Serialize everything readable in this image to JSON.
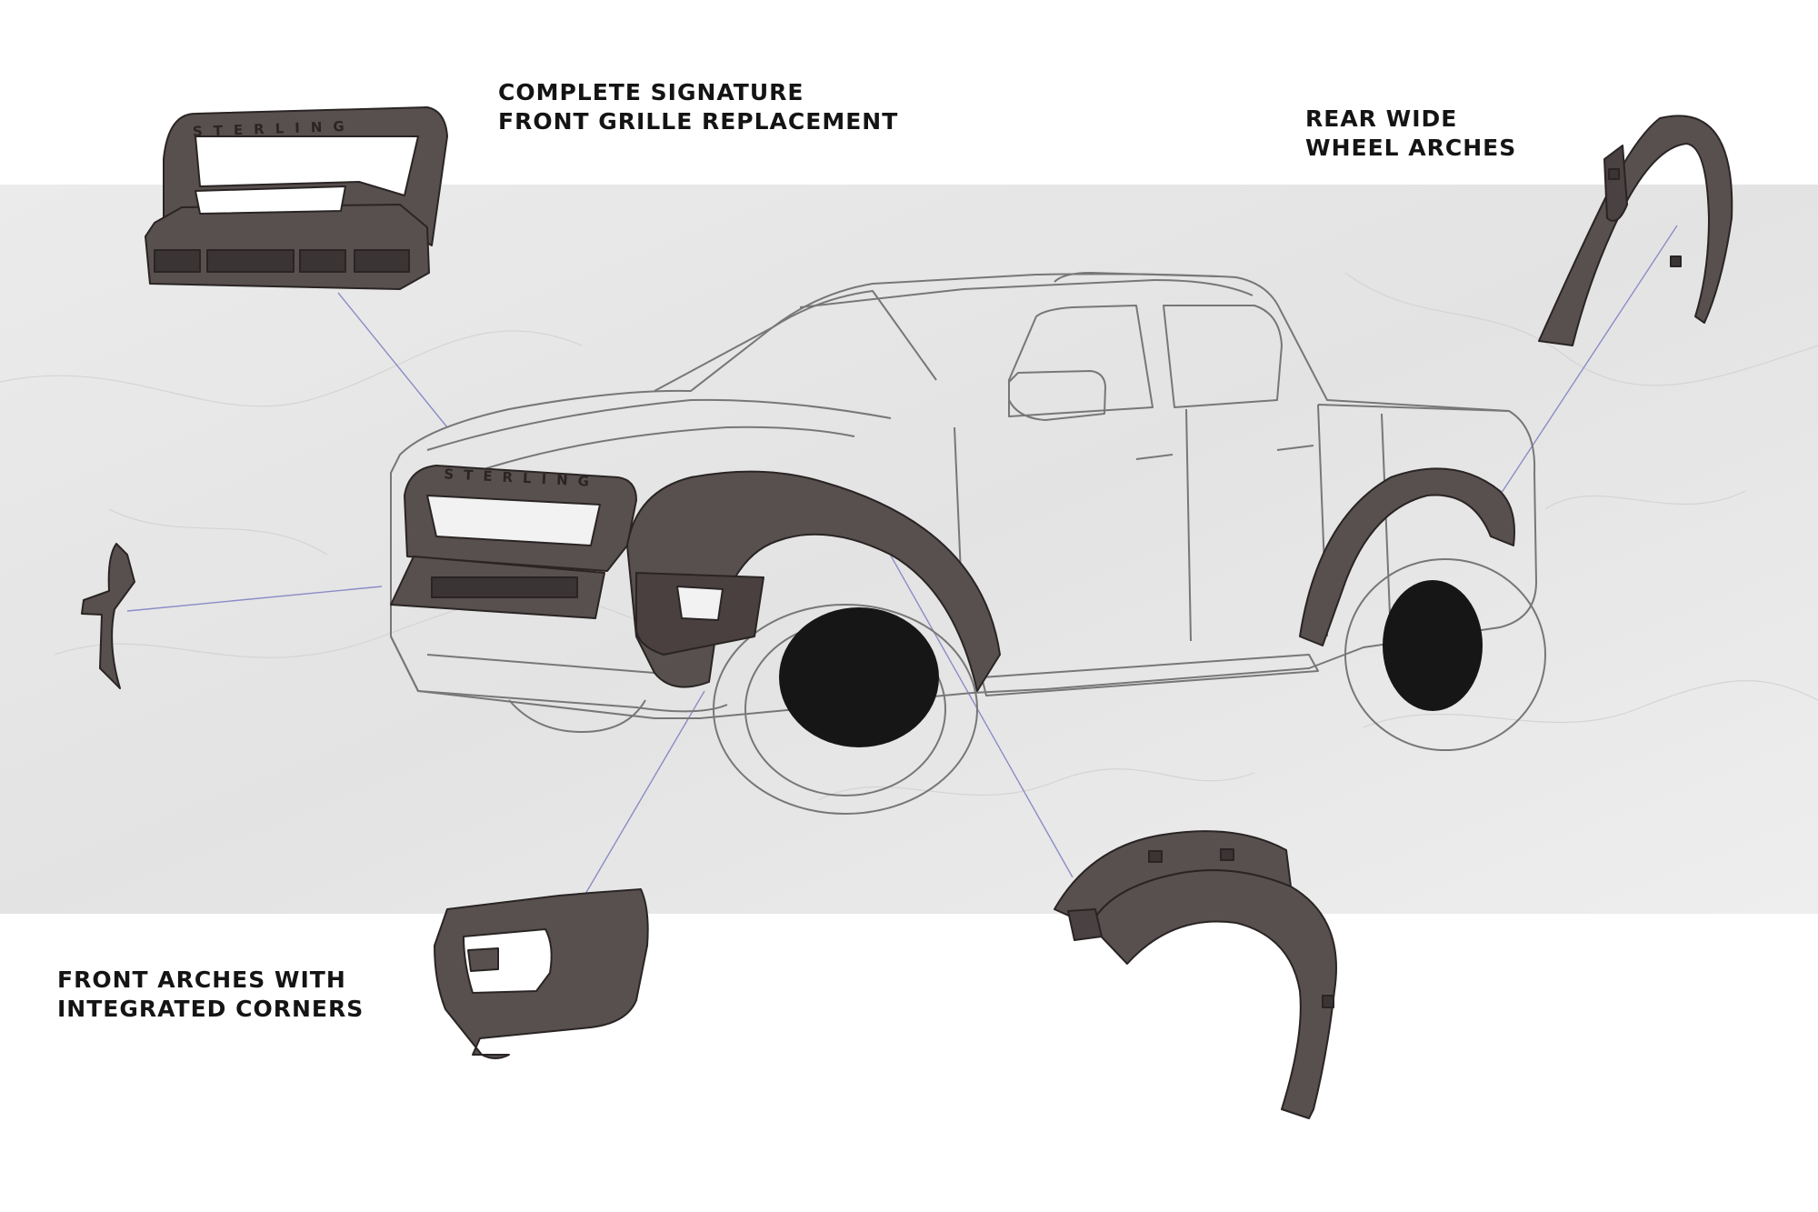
{
  "callouts": {
    "grille": {
      "line1": "COMPLETE SIGNATURE",
      "line2": "FRONT GRILLE REPLACEMENT"
    },
    "rear_arches": {
      "line1": "REAR WIDE",
      "line2": "WHEEL ARCHES"
    },
    "front_arches": {
      "line1": "FRONT ARCHES WITH",
      "line2": "INTEGRATED CORNERS"
    }
  },
  "grille_emblem": "STERLING",
  "colors": {
    "part_fill": "#58504f",
    "part_stroke": "#2a2424",
    "outline": "#777777",
    "leader_line": "#8c8cc8",
    "tire": "#161616",
    "backdrop": "#e8e8e8",
    "label_text": "#141414"
  }
}
